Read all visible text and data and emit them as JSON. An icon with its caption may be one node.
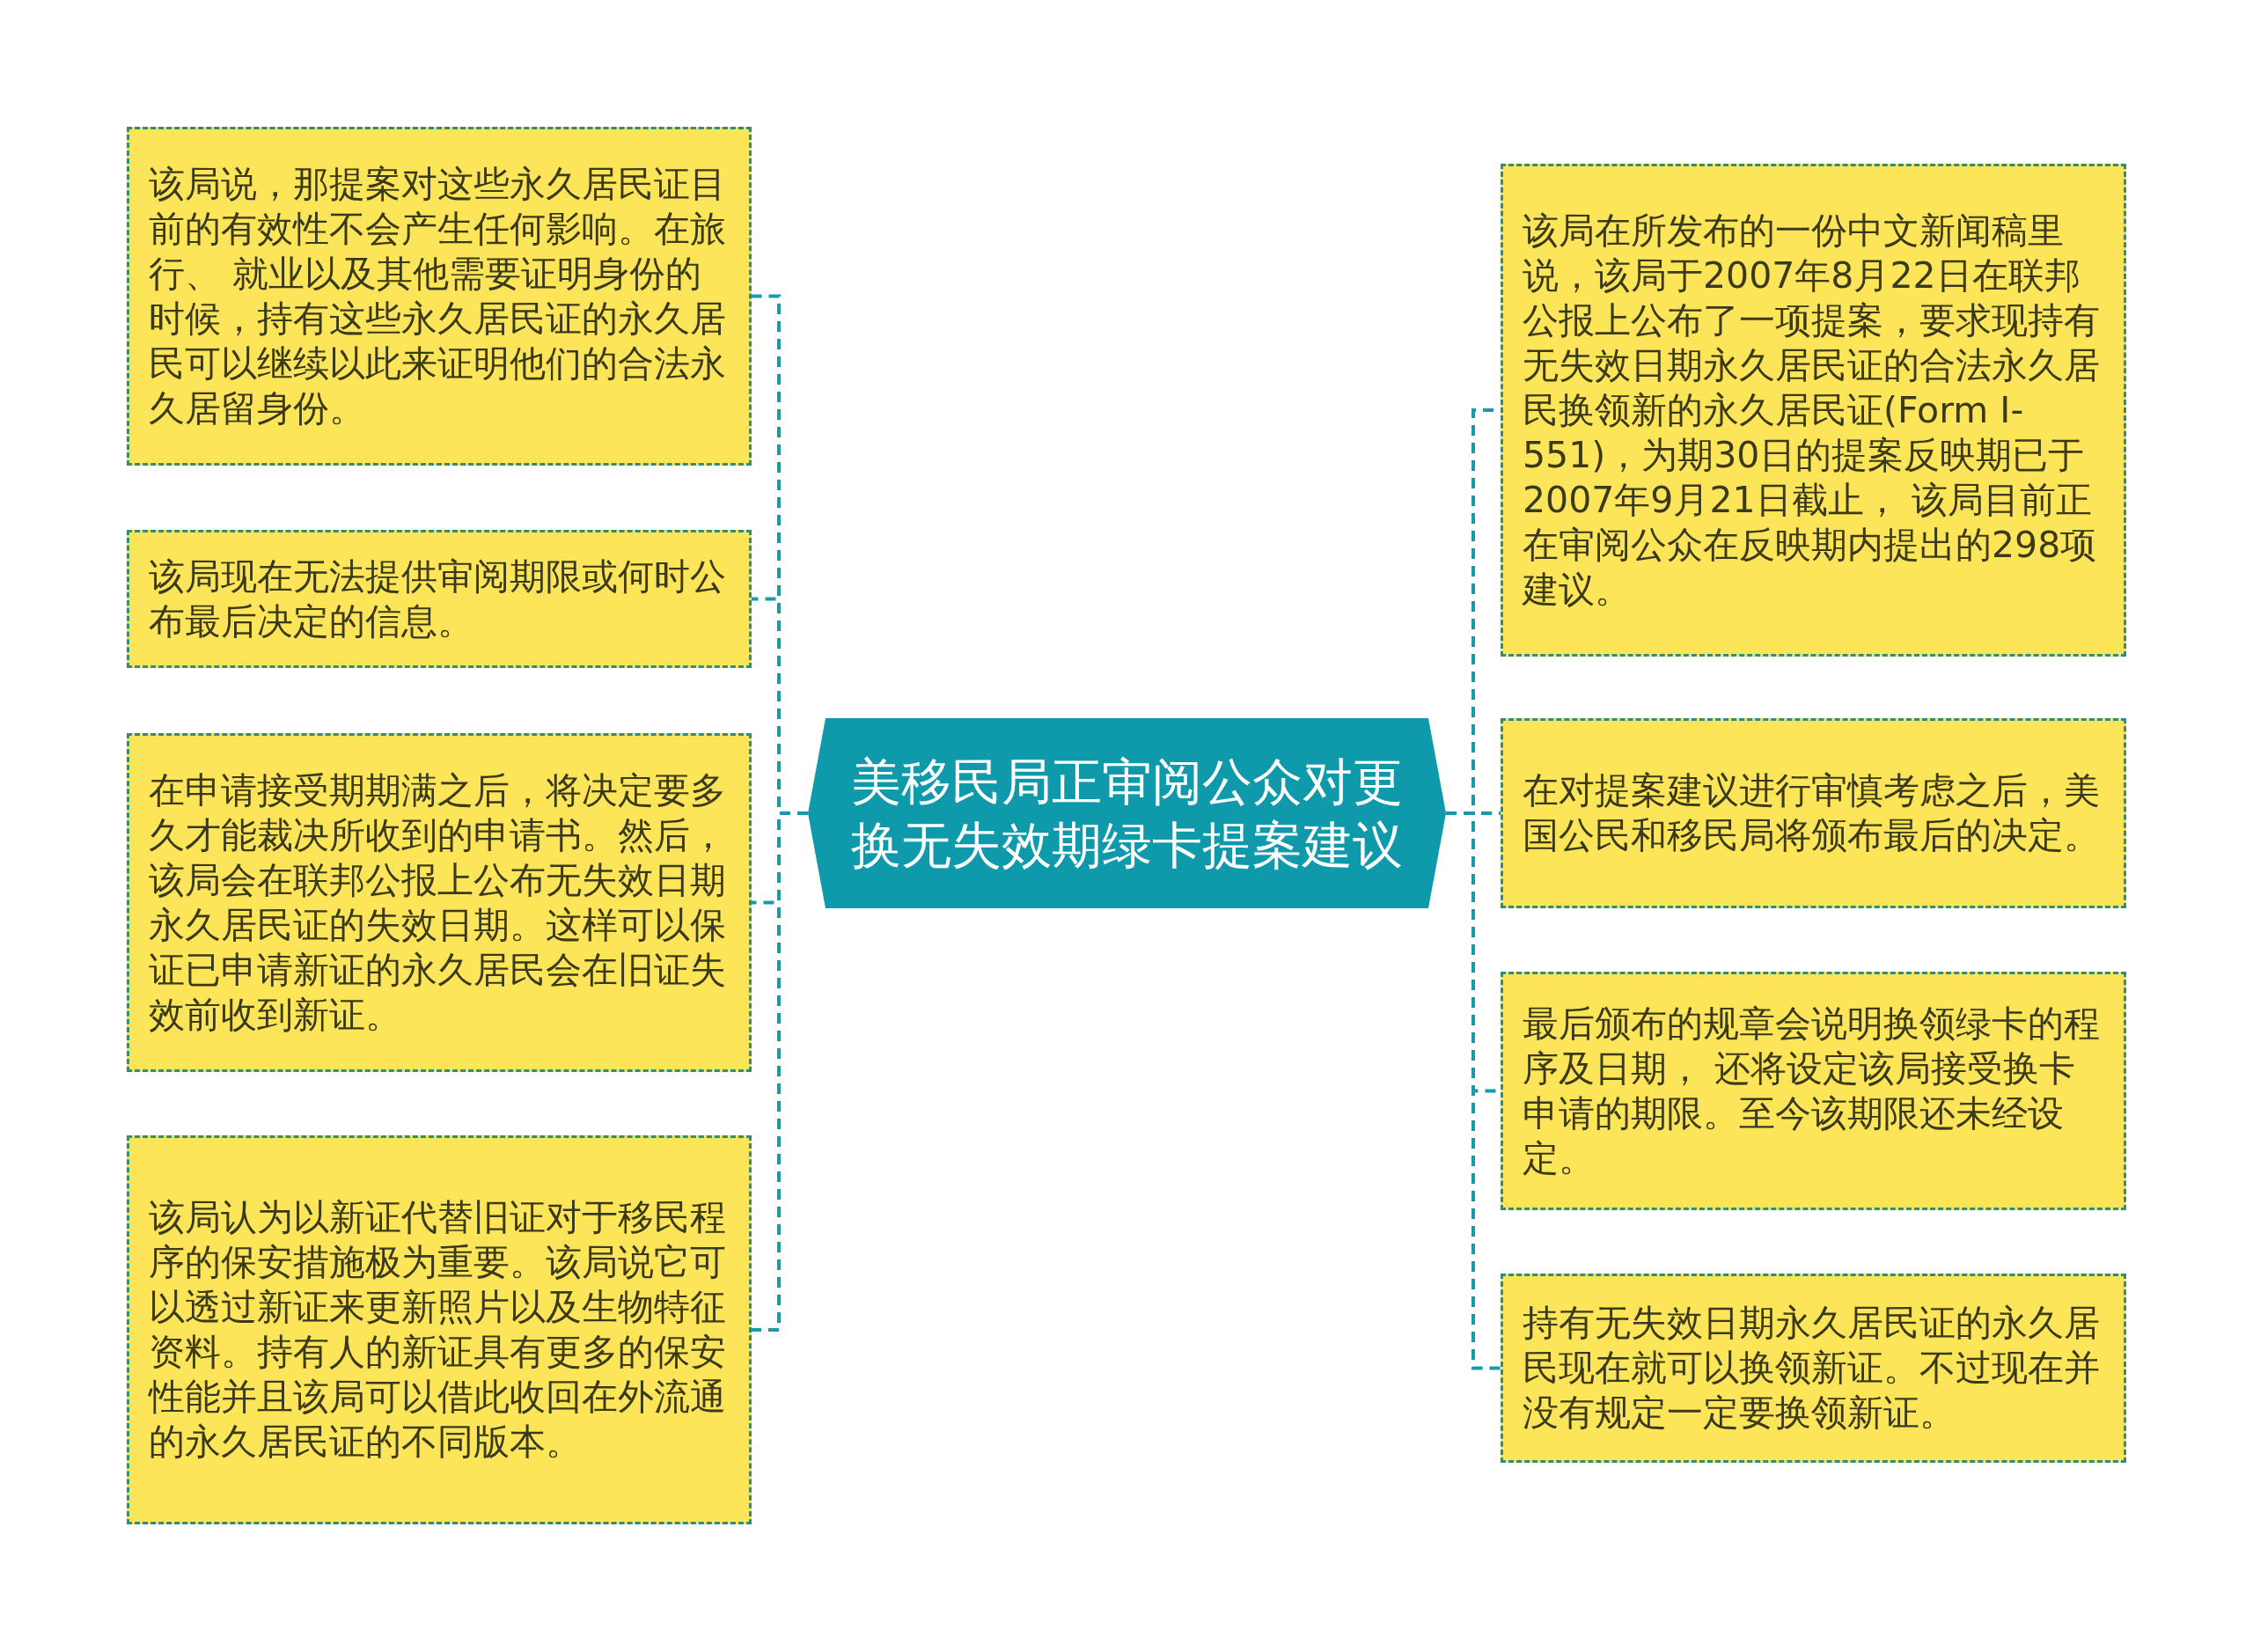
{
  "diagram": {
    "nodes": [
      {
        "text": [
          "美移民局正审阅公众对更换无失效期绿卡提案建议"
        ]
      },
      {
        "text": [
          "该局说，那提案对这些永久居民证目前的有效性不会产生任何影响。在旅行、 就业以及其他需要证明身份的时候，持有这些永久居民证的永久居民可以继续以此来证明他们的合法永久居留身份。"
        ]
      },
      {
        "text": [
          "该局现在无法提供审阅期限或何时公布最后决定的信息。"
        ]
      },
      {
        "text": [
          "在申请接受期期满之后，将决定要多久才能裁决所收到的申请书。然后，该局会在联邦公报上公布无失效日期永久居民证的失效日期。这样可以保证已申请新证的永久居民会在旧证失效前收到新证。"
        ]
      },
      {
        "text": [
          "该局认为以新证代替旧证对于移民程序的保安措施极为重要。该局说它可以透过新证来更新照片以及生物特征资料。持有人的新证具有更多的保安性能并且该局可以借此收回在外流通的永久居民证的不同版本。"
        ]
      },
      {
        "text": [
          "该局在所发布的一份中文新闻稿里说，该局于2007年8月22日在联邦公报上公布了一项提案，要求现持有无失效日期永久居民证的合法永久居民换领新的永久居民证(Form I-551)，为期30日的提案反映期已于2007年9月21日截止， 该局目前正在审阅公众在反映期内提出的298项建议。"
        ]
      },
      {
        "text": [
          "在对提案建议进行审慎考虑之后，美国公民和移民局将颁布最后的决定。"
        ]
      },
      {
        "text": [
          "最后颁布的规章会说明换领绿卡的程序及日期， 还将设定该局接受换卡申请的期限。至今该期限还未经设定。"
        ]
      },
      {
        "text": [
          "持有无失效日期永久居民证的永久居民现在就可以换领新证。不过现在并没有规定一定要换领新证。"
        ]
      }
    ],
    "edges": [
      {
        "from": 0,
        "to": 1,
        "arrow": "none",
        "style": "dashed"
      },
      {
        "from": 0,
        "to": 2,
        "arrow": "none",
        "style": "dashed"
      },
      {
        "from": 0,
        "to": 3,
        "arrow": "none",
        "style": "dashed"
      },
      {
        "from": 0,
        "to": 4,
        "arrow": "none",
        "style": "dashed"
      },
      {
        "from": 0,
        "to": 5,
        "arrow": "none",
        "style": "dashed"
      },
      {
        "from": 0,
        "to": 6,
        "arrow": "none",
        "style": "dashed"
      },
      {
        "from": 0,
        "to": 7,
        "arrow": "none",
        "style": "dashed"
      },
      {
        "from": 0,
        "to": 8,
        "arrow": "none",
        "style": "dashed"
      }
    ]
  }
}
